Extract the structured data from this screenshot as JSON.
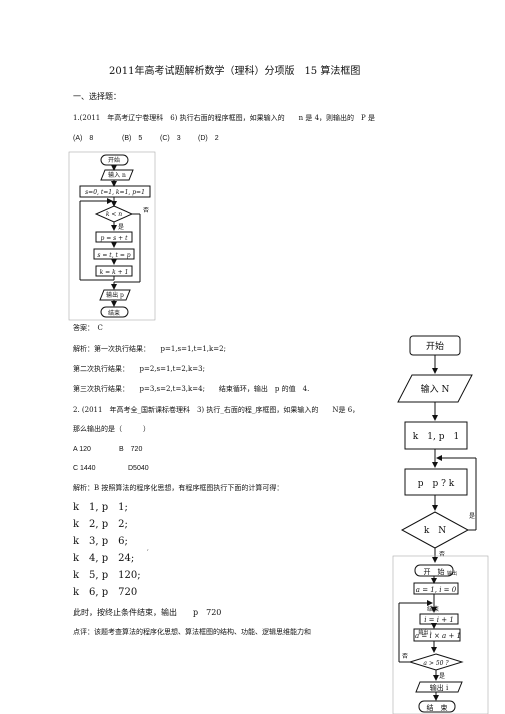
{
  "title": "2011年高考试题解析数学（理科）分项版　15 算法框图",
  "section": "一、选择题：",
  "q1": {
    "stem": "1.(2011　年高考辽宁卷理科　6) 执行右面的程序框图，如果输入的　　n 是 4，则输出的　P 是",
    "options": [
      "(A)　8",
      "(B)　5",
      "(C)　3",
      "(D)　2"
    ],
    "answer": "答案：　C",
    "analysis": [
      "解析：第一次执行结果：　　p=1,s=1,t=1,k=2;",
      "第二次执行结果：　　p=2,s=1,t=2,k=3;",
      "第三次执行结果：　　p=3,s=2,t=3,k=4;　　结束循环，输出　p 的值　4."
    ]
  },
  "fig1": {
    "start": "开始",
    "input": "输入 n",
    "init": "s=0, t=1, k=1, p=1",
    "cond": "k < n",
    "yes": "是",
    "no": "否",
    "step1": "p = s + t",
    "step2": "s = t, t = p",
    "step3": "k = k + 1",
    "output": "输出 p",
    "end": "结束"
  },
  "q2": {
    "stem": "2. (2011　年高考全_国新课标卷理科　3) 执行_右面的程_序框图，如果输入的　　N是 6，",
    "stem2": "那么输出的是（　　　）",
    "options": [
      "A 120",
      "B　720",
      "C 1440",
      "D5040"
    ],
    "analysis": "解析：B 按照算法的程序化思想，有程序框图执行下面的计算可得：",
    "steps": [
      "k　1, p　1;",
      "k　2, p　2;",
      "k　3, p　6;",
      "k　4, p　24;",
      "k　5, p　120;",
      "k　6, p　720"
    ],
    "conclusion": "此时，按终止条件结束，输出　　p　720",
    "comment": "点评：该题考查算法的程序化思想、算法框图的结构、功能、逻辑思维能力和"
  },
  "fig2": {
    "start": "开始",
    "input": "输入 N",
    "init": "k　1, p　1",
    "process": "p　p ? k",
    "cond": "k　N",
    "yes": "是",
    "no": "否"
  },
  "fig3": {
    "start": "开　始",
    "output_label": "输出",
    "init": "a = 1, i = 0",
    "end_label": "结束",
    "step1": "i = i + 1",
    "step2": "a = i × a + 1",
    "overlap": "输出 i",
    "cond": "a > 50 ?",
    "no": "否",
    "yes": "是",
    "output": "输出 i",
    "end": "结　束"
  },
  "stray_mark": "′"
}
